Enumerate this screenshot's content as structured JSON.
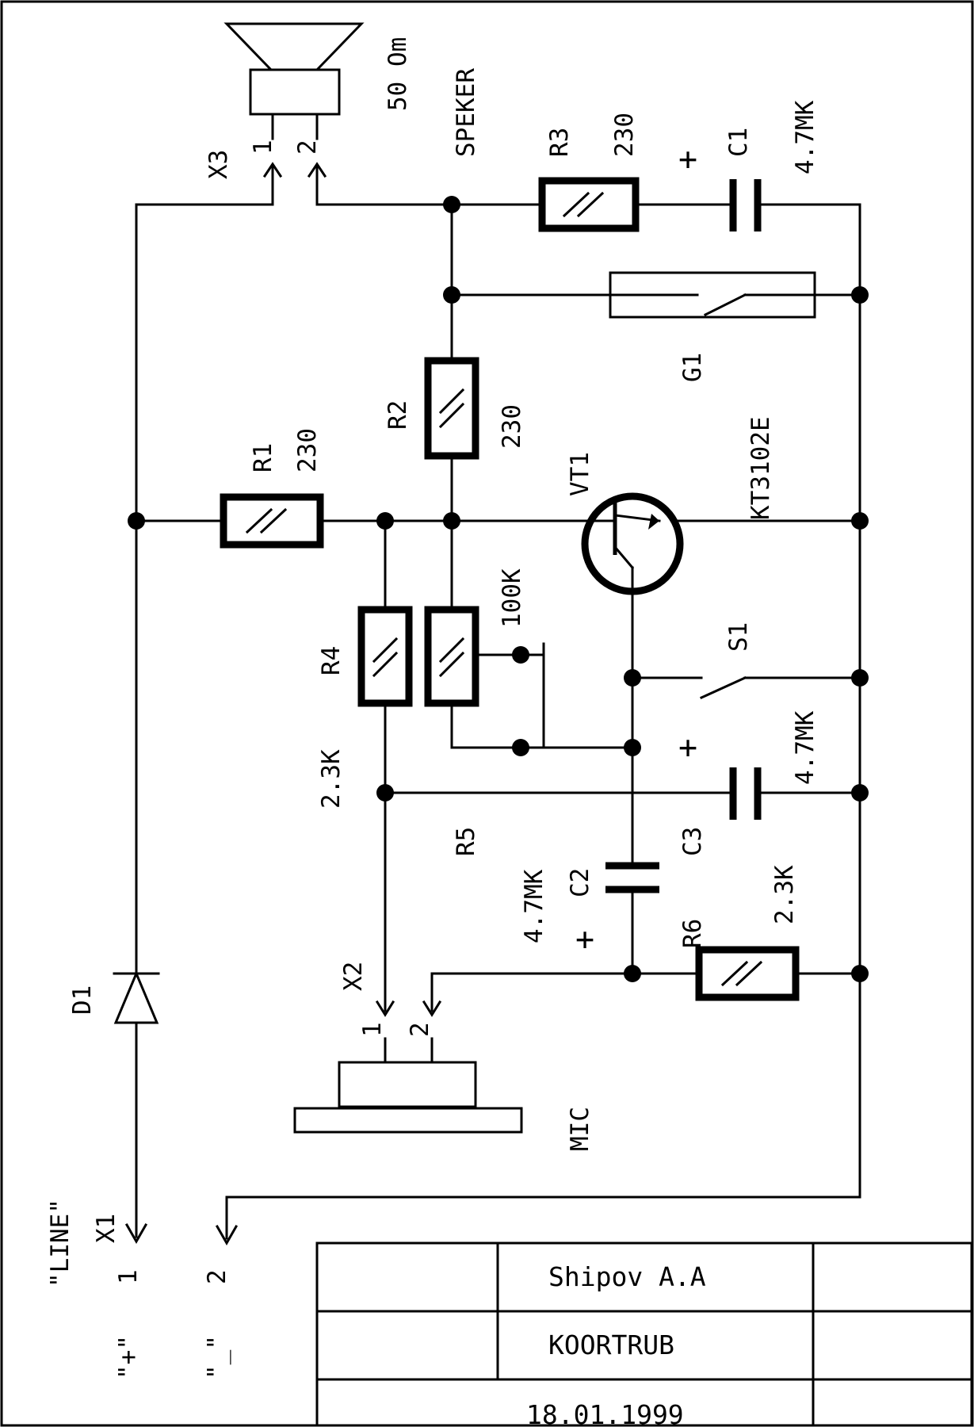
{
  "components": {
    "speaker": {
      "ref": "SPEKER",
      "value": "50 Om",
      "pin1": "1",
      "pin2": "2",
      "connector": "X3"
    },
    "r3": {
      "ref": "R3",
      "value": "230"
    },
    "c1": {
      "ref": "C1",
      "value": "4.7MK",
      "polarity": "+"
    },
    "g1": {
      "ref": "G1"
    },
    "r2": {
      "ref": "R2",
      "value": "230"
    },
    "r1": {
      "ref": "R1",
      "value": "230"
    },
    "vt1": {
      "ref": "VT1",
      "value": "KT3102E"
    },
    "r4": {
      "ref": "R4",
      "value": "2.3K"
    },
    "r5": {
      "ref": "R5",
      "value": "100K"
    },
    "s1": {
      "ref": "S1"
    },
    "c3": {
      "ref": "C3",
      "value": "4.7MK",
      "polarity": "+"
    },
    "c2": {
      "ref": "C2",
      "value": "4.7MK",
      "polarity": "+"
    },
    "r6": {
      "ref": "R6",
      "value": "2.3K"
    },
    "x2": {
      "ref": "X2",
      "pin1": "1",
      "pin2": "2"
    },
    "mic": {
      "ref": "MIC"
    },
    "d1": {
      "ref": "D1"
    },
    "x1": {
      "ref": "X1",
      "line": "\"LINE\"",
      "pin1": "1",
      "pin2": "2",
      "plus": "\"+\"",
      "minus": "\"_\""
    }
  },
  "title_block": {
    "author": "Shipov A.A",
    "name": "KOORTRUB",
    "date": "18.01.1999"
  }
}
